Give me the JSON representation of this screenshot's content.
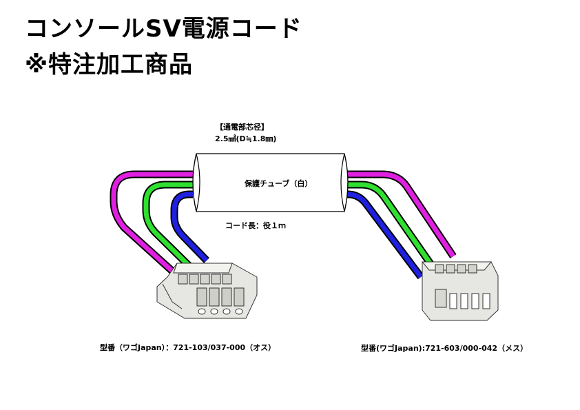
{
  "title": {
    "line1": "コンソールSV電源コード",
    "line2": "※特注加工商品"
  },
  "cable": {
    "conductor_heading": "【通電部芯径】",
    "conductor_size": "2.5㎟(D≒1.8㎜)",
    "tube_label": "保護チューブ（白）",
    "length_label": "コード長：役１ｍ"
  },
  "connectors": {
    "left_part": "型番（ワゴJapan）：721-103/037-000（オス）",
    "right_part": "型番(ワゴJapan):721-603/000-042（メス）"
  },
  "colors": {
    "wire_magenta": "#e020e0",
    "wire_green": "#30e030",
    "wire_blue": "#2020e0",
    "connector_body": "#e6e6e2",
    "tube": "#ffffff"
  }
}
